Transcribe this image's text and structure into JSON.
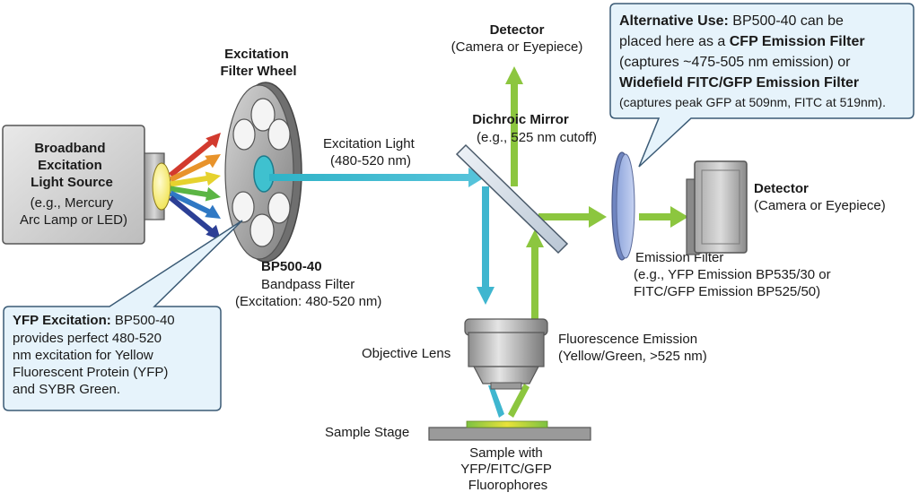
{
  "light_source": {
    "title_lines": [
      "Broadband",
      "Excitation",
      "Light Source"
    ],
    "detail_lines": [
      "(e.g., Mercury",
      "Arc Lamp or LED)"
    ]
  },
  "filter_wheel": {
    "title_lines": [
      "Excitation",
      "Filter Wheel"
    ]
  },
  "bp_filter": {
    "name": "BP500-40",
    "lines": [
      "Bandpass Filter",
      "(Excitation: 480-520 nm)"
    ]
  },
  "excitation_light": {
    "lines": [
      "Excitation Light",
      "(480-520 nm)"
    ]
  },
  "dichroic": {
    "title": "Dichroic Mirror",
    "detail": "(e.g., 525 nm cutoff)"
  },
  "detector_top": {
    "title": "Detector",
    "detail": "(Camera or Eyepiece)"
  },
  "detector_right": {
    "title": "Detector",
    "detail": "(Camera or Eyepiece)"
  },
  "emission_filter": {
    "lines": [
      "Emission Filter",
      "(e.g., YFP Emission BP535/30 or",
      "FITC/GFP Emission BP525/50)"
    ]
  },
  "objective": {
    "label": "Objective Lens"
  },
  "fluorescence": {
    "lines": [
      "Fluorescence Emission",
      "(Yellow/Green, >525 nm)"
    ]
  },
  "stage": {
    "label": "Sample Stage"
  },
  "sample": {
    "lines": [
      "Sample with",
      "YFP/FITC/GFP",
      "Fluorophores"
    ]
  },
  "callout_yfp": {
    "bold": "YFP Excitation:",
    "line1_rest": " BP500-40",
    "lines": [
      "provides perfect 480-520",
      "nm excitation for Yellow",
      "Fluorescent Protein (YFP)",
      "and SYBR Green."
    ]
  },
  "callout_alt": {
    "l1_bold": "Alternative Use:",
    "l1_rest": " BP500-40 can be",
    "l2_pre": "placed here as a ",
    "l2_bold": "CFP Emission Filter",
    "l3": "(captures ~475-505 nm emission) or",
    "l4_bold": "Widefield FITC/GFP Emission Filter",
    "l5": "(captures peak GFP at 509nm, FITC at 519nm)."
  },
  "colors": {
    "excitation_blue": "#3fb6cf",
    "emission_green": "#8cc63f",
    "callout_fill": "#e6f3fb",
    "callout_stroke": "#3a5a75",
    "ray_colors": [
      "#d23a2e",
      "#e8932b",
      "#e6d22e",
      "#5bb544",
      "#2f78c4",
      "#2c3f95"
    ]
  }
}
